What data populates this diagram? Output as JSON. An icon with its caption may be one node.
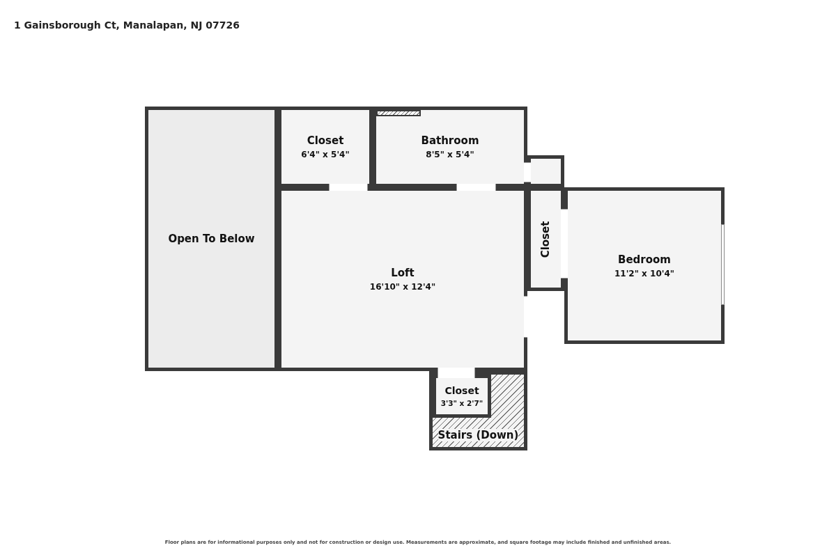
{
  "diagram": {
    "title": "1 Gainsborough Ct, Manalapan, NJ 07726",
    "caption": "Floor plans are for informational purposes only and not for construction or design use. Measurements are approximate, and square footage may include finished and unfinished areas.",
    "nodes": [
      {
        "text": [
          "Open To Below"
        ]
      },
      {
        "text": [
          "Closet",
          "6'4\" x 5'4\""
        ]
      },
      {
        "text": [
          "Bathroom",
          "8'5\" x 5'4\""
        ]
      },
      {
        "text": [],
        "shape": "box"
      },
      {
        "text": [
          "Loft",
          "16'10\" x 12'4\""
        ]
      },
      {
        "text": [
          "Closet"
        ]
      },
      {
        "text": [
          "Bedroom",
          "11'2\" x 10'4\""
        ]
      },
      {
        "text": [
          "Stairs (Down)"
        ]
      },
      {
        "text": [
          "Closet",
          "3'3\" x 2'7\""
        ],
        "in": 7
      }
    ]
  }
}
